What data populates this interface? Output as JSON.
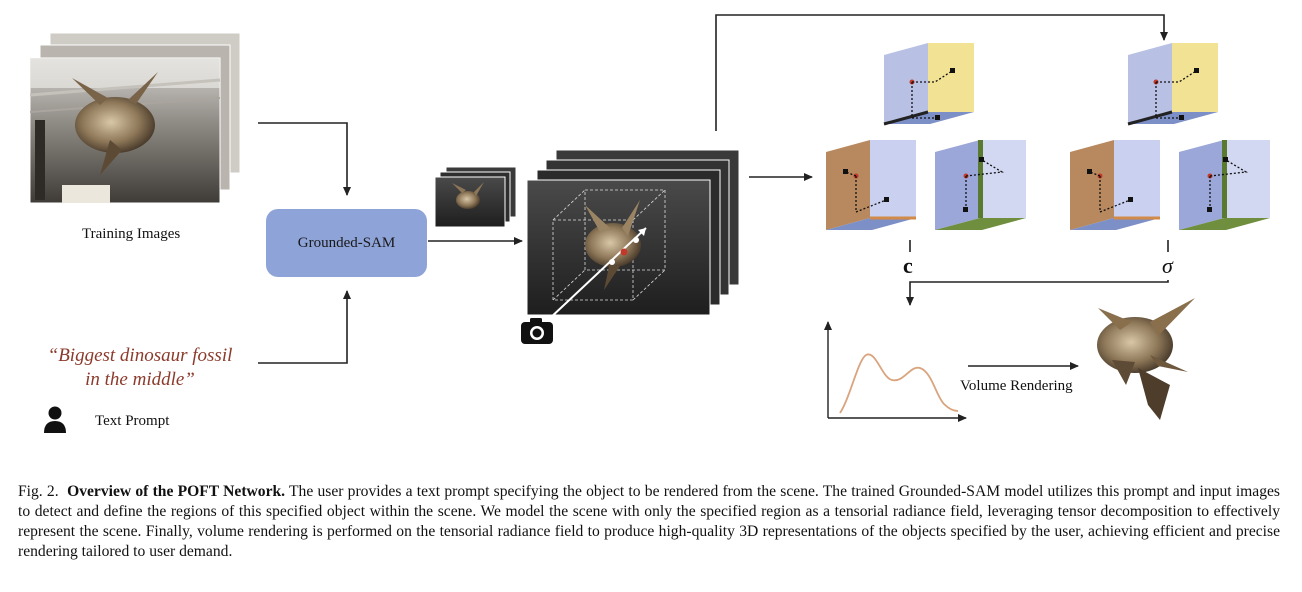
{
  "labels": {
    "training_images": "Training Images",
    "grounded_sam": "Grounded-SAM",
    "prompt_line1": "“Biggest dinosaur fossil",
    "prompt_line2": "in the middle”",
    "text_prompt": "Text Prompt",
    "color_symbol": "c",
    "density_symbol": "σ",
    "volume_rendering": "Volume Rendering"
  },
  "caption": {
    "fig_label": "Fig. 2.",
    "title": "Overview of the POFT Network.",
    "body": "The user provides a text prompt specifying the object to be rendered from the scene. The trained Grounded-SAM model utilizes this prompt and input images to detect and define the regions of this specified object within the scene. We model the scene with only the specified region as a tensorial radiance field, leveraging tensor decomposition to effectively represent the scene. Finally, volume rendering is performed on the tensorial radiance field to produce high-quality 3D representations of the objects specified by the user, achieving efficient and precise rendering tailored to user demand."
  },
  "icons": [
    "photo-stack-icon",
    "person-icon",
    "camera-icon",
    "tensor-cube-icon",
    "fossil-render-icon"
  ],
  "colors": {
    "sam_box": "#8ea3d8",
    "prompt_text": "#8b3a2b",
    "cube_yellow": "#f2e293",
    "cube_blue": "#7d8fc7",
    "cube_brown": "#b8895e",
    "cube_green": "#6f8f3f",
    "cube_lavender": "#c9d0f0",
    "curve": "#d9a47e"
  }
}
